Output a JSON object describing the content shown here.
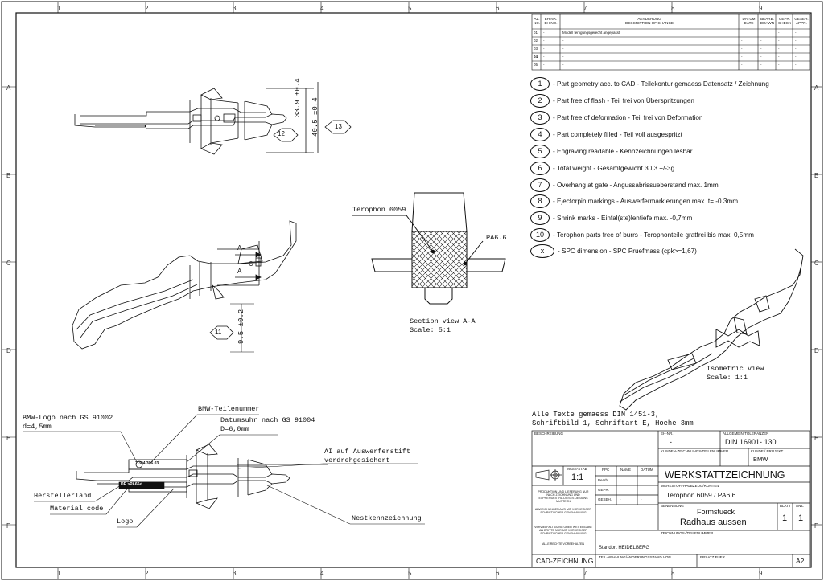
{
  "zones": {
    "cols": [
      "1",
      "2",
      "3",
      "4",
      "5",
      "6",
      "7",
      "8",
      "9"
    ],
    "rows": [
      "A",
      "B",
      "C",
      "D",
      "E",
      "F"
    ]
  },
  "revision_table": {
    "headers": {
      "az": "AZ. NO.",
      "eh": "EH.NR. EH-NO.",
      "change": "AENDERUNG\nDESCRIPTION OF CHANGE",
      "date": "DATUM DATE",
      "drawn": "BEARB. DRAWN",
      "check": "GEPR. CHECK",
      "appr": "GESEH. APPR."
    },
    "rows": [
      {
        "az": "01",
        "eh": "-",
        "change": "Modell fertigungsgerecht angepasst",
        "date": "",
        "drawn": "",
        "check": "-",
        "appr": "-"
      },
      {
        "az": "02",
        "eh": "-",
        "change": "-",
        "date": "-",
        "drawn": "-",
        "check": "-",
        "appr": "-"
      },
      {
        "az": "03",
        "eh": "-",
        "change": "-",
        "date": "-",
        "drawn": "-",
        "check": "-",
        "appr": "-"
      },
      {
        "az": "04",
        "eh": "-",
        "change": "-",
        "date": "-",
        "drawn": "-",
        "check": "-",
        "appr": "-"
      },
      {
        "az": "05",
        "eh": "-",
        "change": "-",
        "date": "-",
        "drawn": "-",
        "check": "-",
        "appr": "-"
      }
    ]
  },
  "notes": [
    {
      "id": "1",
      "text": "- Part geometry acc. to CAD - Teilekontur gemaess Datensatz / Zeichnung"
    },
    {
      "id": "2",
      "text": "- Part free of flash - Teil frei von Überspritzungen"
    },
    {
      "id": "3",
      "text": "- Part free of deformation - Teil frei von Deformation"
    },
    {
      "id": "4",
      "text": "- Part completely filled - Teil voll ausgespritzt"
    },
    {
      "id": "5",
      "text": "- Engraving readable - Kennzeichnungen lesbar"
    },
    {
      "id": "6",
      "text": "- Total weight - Gesamtgewicht 30,3 +/-3g"
    },
    {
      "id": "7",
      "text": "- Overhang at gate - Angussabrissueberstand max. 1mm"
    },
    {
      "id": "8",
      "text": "- Ejectorpin markings - Auswerfermarkierungen max. t= -0.3mm"
    },
    {
      "id": "9",
      "text": "- Shrink marks - Einfal(ste)lentiefe max. -0,7mm"
    },
    {
      "id": "10",
      "text": "- Terophon parts free of burrs - Terophonteile gratfrei bis max. 0,5mm"
    },
    {
      "id": "x",
      "text": "- SPC dimension - SPC Pruefmass  (cpk>=1,67)"
    }
  ],
  "dimensions": {
    "d1": "33.9 ±0.4",
    "d2": "40.5 ±0.4",
    "d3": "9.5 ±0.2",
    "b11": "11",
    "b12": "12",
    "b13": "13",
    "sectA": "A"
  },
  "section": {
    "label_terophon": "Terophon 6059",
    "label_pa": "PA6.6",
    "title": "Section view A-A",
    "scale": "Scale:  5:1"
  },
  "isometric": {
    "title": "Isometric view",
    "scale": "Scale:  1:1"
  },
  "general_note": {
    "line1": "Alle Texte gemaess DIN 1451-3,",
    "line2": "Schriftbild 1, Schriftart E, Hoehe 3mm"
  },
  "callouts": {
    "bmw_logo": "BMW-Logo nach GS 91002",
    "bmw_logo_d": "d=4,5mm",
    "bmw_teil": "BMW-Teilenummer",
    "datumsuhr": "Datumsuhr nach GS 91004",
    "datumsuhr_d": "D=6,0mm",
    "ai": "AI auf Auswerferstift",
    "ai2": "verdrehgesichert",
    "herstellerland": "Herstellerland",
    "material": "Material code",
    "logo": "Logo",
    "nest": "Nestkennzeichnung",
    "engr1": "7 304 306 03",
    "engr2": "DE >PA66<"
  },
  "title_block": {
    "beschreibung": "BESCHREIBUNG",
    "ehnr_label": "EH-NR.",
    "ehnr": "-",
    "allg_tol_label": "ALLGEMEIN-TOLERANZEN",
    "allg_tol": "DIN 16901- 130",
    "kunden_label": "KUNDEN-ZEICHNUNGS/TEILENUMMER",
    "kunde_label": "KUNDE / PROJEKT",
    "kunde": "BMW",
    "massstab_label": "MASS-STAB",
    "massstab": "1:1",
    "ppc": "PPC",
    "name": "NAME",
    "datum": "DATUM",
    "bearb": "Bearb.",
    "gepr": "GEPR.",
    "geseh": "GESEH.",
    "geseh_v1": "-",
    "geseh_v2": "-",
    "werkstatt": "WERKSTATTZEICHNUNG",
    "werkstoff_label": "WERKSTOFFHALBZEUG/ROHTEIL",
    "werkstoff": "Terophon 6059 / PA6,6",
    "benennung_label": "BENENNUNG",
    "benennung1": "Formstueck",
    "benennung2": "Radhaus aussen",
    "blatt_label": "BLATT",
    "blatt": "1",
    "anz_label": "ANZ.",
    "anz": "1",
    "zeichnungs_label": "ZEICHNUNGS-/TEILENUMMER",
    "standort": "Standort HEIDELBERG",
    "cad": "CAD-ZEICHNUNG",
    "teil_label": "TEIL-NEHNUNG/ÄNDERUNGSSTAND VON",
    "ersatz_label": "ERSATZ FUER",
    "format": "A2",
    "disclaimer1": "PRODUKTION UND LIEFERUNG NUR NACH ZEICHNUNG UND EXPRESS/EXTRA DIESES DESIGNS MUSTERN",
    "disclaimer2": "ABWEICHUNGEN AUS MIT VORHERIGER SCHRIFTLICHER GENEHMIGUNG",
    "disclaimer3": "VERVIELFÄLTIGUNG ODER WEITERGABE AN DRITTE NUR MIT VORHERIGER SCHRIFTLICHER GENEHMIGUNG",
    "disclaimer4": "ALLE RECHTE VORBEHALTEN"
  },
  "colors": {
    "line": "#111111",
    "hatch": "#222222"
  }
}
